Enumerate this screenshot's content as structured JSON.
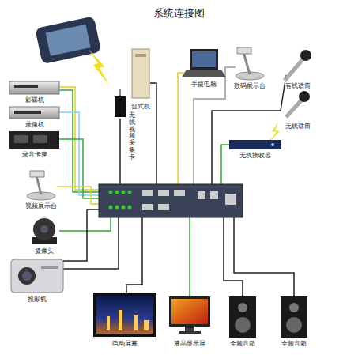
{
  "diagram": {
    "title": "系统连接图",
    "nodes": [
      {
        "text": [
          "台式机"
        ]
      },
      {
        "text": [
          "手提电脑"
        ]
      },
      {
        "text": [
          "数码展示台"
        ]
      },
      {
        "text": [
          "有线话筒"
        ]
      },
      {
        "text": [
          "影碟机"
        ]
      },
      {
        "text": [
          "无线话筒"
        ]
      },
      {
        "text": [
          "录像机"
        ]
      },
      {
        "text": [
          "无线接收器"
        ]
      },
      {
        "text": [
          "录音卡座"
        ]
      },
      {
        "text": [
          "视频展示台"
        ]
      },
      {
        "text": [
          "摄像头"
        ]
      },
      {
        "text": [
          "投影机"
        ]
      },
      {
        "text": [
          "电动屏幕"
        ]
      },
      {
        "text": [
          "液晶显示屏"
        ]
      },
      {
        "text": [
          "全频音箱"
        ]
      },
      {
        "text": [
          "全频音箱"
        ]
      }
    ],
    "labels": [
      "无线视频采集卡"
    ]
  }
}
